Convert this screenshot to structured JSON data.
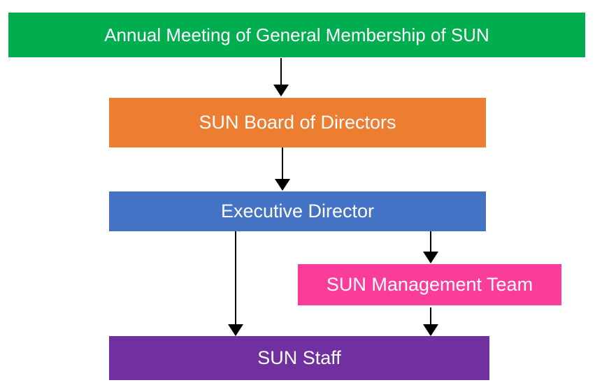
{
  "diagram": {
    "type": "org-chart-flowchart",
    "background_color": "#FFFFFF",
    "text_color": "#FFFFFF",
    "arrow_color": "#000000",
    "nodes": [
      {
        "id": "annual-meeting",
        "label": "Annual Meeting of General Membership of SUN",
        "color": "#00AE50"
      },
      {
        "id": "board",
        "label": "SUN Board of Directors",
        "color": "#ED7D31"
      },
      {
        "id": "executive",
        "label": "Executive Director",
        "color": "#4472C4"
      },
      {
        "id": "management",
        "label": "SUN Management Team",
        "color": "#FA3C9B"
      },
      {
        "id": "staff",
        "label": "SUN Staff",
        "color": "#7030A0"
      }
    ],
    "edges": [
      {
        "from": "annual-meeting",
        "to": "board"
      },
      {
        "from": "board",
        "to": "executive"
      },
      {
        "from": "executive",
        "to": "management"
      },
      {
        "from": "executive",
        "to": "staff"
      },
      {
        "from": "management",
        "to": "staff"
      }
    ]
  }
}
